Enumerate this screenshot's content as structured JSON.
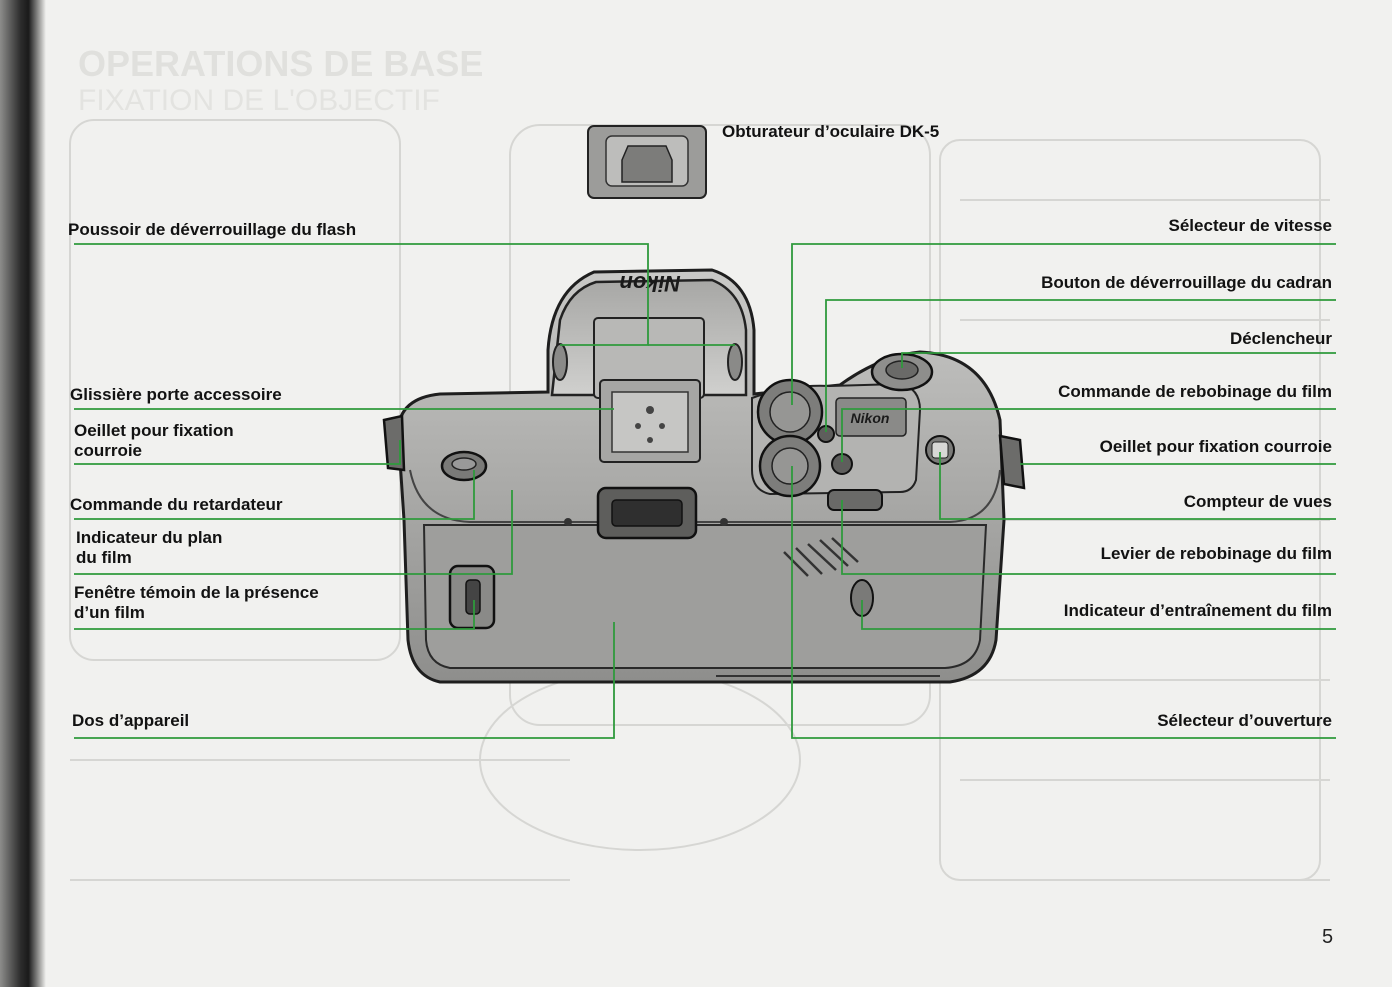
{
  "labels_left": [
    {
      "id": "flash-release",
      "text": "Poussoir de déverrouillage du flash"
    },
    {
      "id": "accessory-shoe",
      "text": "Glissière porte accessoire"
    },
    {
      "id": "strap-eyelet-left-1",
      "text": "Oeillet pour fixation"
    },
    {
      "id": "strap-eyelet-left-2",
      "text": "courroie"
    },
    {
      "id": "self-timer",
      "text": "Commande du retardateur"
    },
    {
      "id": "film-plane-1",
      "text": "Indicateur du plan"
    },
    {
      "id": "film-plane-2",
      "text": "du film"
    },
    {
      "id": "film-window-1",
      "text": "Fenêtre témoin de la présence"
    },
    {
      "id": "film-window-2",
      "text": "d’un film"
    },
    {
      "id": "camera-back",
      "text": "Dos d’appareil"
    }
  ],
  "labels_top": [
    {
      "id": "eyepiece-cap",
      "text": "Obturateur d’oculaire DK-5"
    }
  ],
  "labels_right": [
    {
      "id": "shutter-speed-dial",
      "text": "Sélecteur de vitesse"
    },
    {
      "id": "dial-lock",
      "text": "Bouton de déverrouillage du cadran"
    },
    {
      "id": "shutter-release",
      "text": "Déclencheur"
    },
    {
      "id": "rewind-button",
      "text": "Commande de rebobinage du film"
    },
    {
      "id": "strap-eyelet-right",
      "text": "Oeillet pour fixation courroie"
    },
    {
      "id": "frame-counter",
      "text": "Compteur de vues"
    },
    {
      "id": "rewind-lever",
      "text": "Levier de rebobinage du film"
    },
    {
      "id": "film-advance-indicator",
      "text": "Indicateur d’entraînement du film"
    },
    {
      "id": "aperture-dial",
      "text": "Sélecteur d’ouverture"
    }
  ],
  "camera": {
    "brand_top": "Nikon",
    "brand_plate": "Nikon"
  },
  "page_number": "5",
  "colors": {
    "leader_line": "#2f9a3c",
    "text": "#121212",
    "paper": "#f1f1ef",
    "ghost": "#cfcfcc"
  }
}
